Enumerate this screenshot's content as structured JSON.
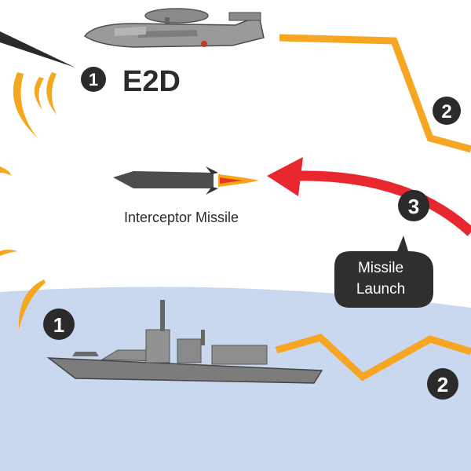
{
  "markers": {
    "e2d_number": "1",
    "e2d_label": "E2D",
    "aircraft_link_number": "2",
    "launch_number": "3",
    "ship_number": "1",
    "ship_link_number": "2"
  },
  "labels": {
    "interceptor": "Interceptor Missile",
    "launch_line1": "Missile",
    "launch_line2": "Launch"
  },
  "colors": {
    "sky": "#ffffff",
    "sea": "#c9d8ee",
    "radar_wave": "#f4a71f",
    "datalink": "#f6a623",
    "interceptor_path": "#e8282e",
    "marker_fill": "#2b2b2b",
    "callout_fill": "#2f2f2f"
  },
  "icons": {
    "aircraft": "e2d-aircraft-icon",
    "ship": "destroyer-icon",
    "missile": "missile-icon"
  }
}
